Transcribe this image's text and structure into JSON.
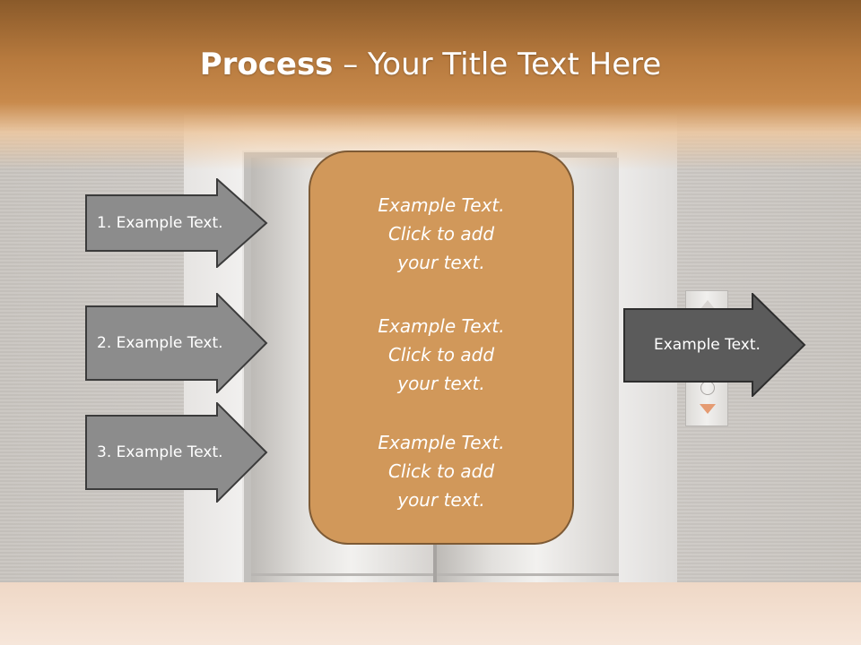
{
  "slide": {
    "title_bold": "Process",
    "title_rest": " – Your Title Text Here"
  },
  "left_arrows": [
    {
      "label": "1. Example Text."
    },
    {
      "label": "2. Example Text."
    },
    {
      "label": "3. Example Text."
    }
  ],
  "right_arrow": {
    "label": "Example Text."
  },
  "center_card": {
    "blocks": [
      {
        "line1": "Example Text.",
        "line2": "Click  to add",
        "line3": "your text."
      },
      {
        "line1": "Example Text.",
        "line2": "Click  to add",
        "line3": "your text."
      },
      {
        "line1": "Example Text.",
        "line2": "Click  to add",
        "line3": "your text."
      }
    ]
  },
  "colors": {
    "arrow_fill": "#8c8c8c",
    "right_arrow_fill": "#5b5b5b",
    "card_fill": "#d1985a",
    "card_border": "#7d5a35",
    "ceiling": "#b77a3e"
  }
}
